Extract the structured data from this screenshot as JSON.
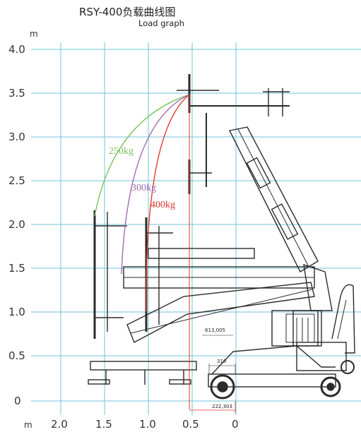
{
  "title": "RSY-400负载曲线图",
  "subtitle": "Load graph",
  "y_unit": "m",
  "x_unit": "m",
  "y_ticks": [
    "4.0",
    "3.5",
    "3.0",
    "2.5",
    "2.0",
    "1.5",
    "1.0",
    "0.5",
    "0"
  ],
  "x_ticks": [
    "2.0",
    "1.5",
    "1.0",
    "0.5",
    "0"
  ],
  "curves": [
    {
      "label": "250kg",
      "color": "#7cc461"
    },
    {
      "label": "300kg",
      "color": "#a06ab4"
    },
    {
      "label": "400kg",
      "color": "#e0392b"
    }
  ],
  "dimensions": {
    "offset": "613,005",
    "width": "310",
    "reach": "222,303"
  },
  "colors": {
    "grid": "#6fc5d8",
    "machine": "#2b2b2b"
  }
}
